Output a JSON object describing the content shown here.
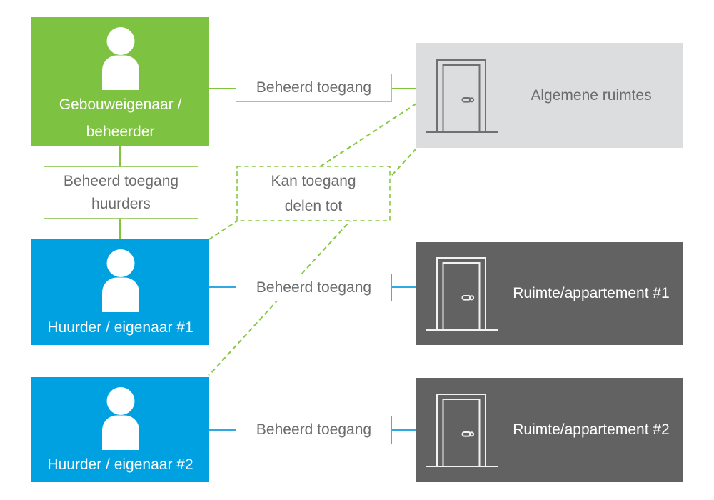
{
  "colors": {
    "green": "#7EC241",
    "green_line": "#82C43C",
    "green_border": "#A1CE6E",
    "green_dash": "#85C943",
    "blue": "#00A1E1",
    "blue_border": "#3FAFE4",
    "blue_line": "#2FA9E2",
    "light_gray": "#DCDDDE",
    "dark_gray": "#626263",
    "text_gray": "#6B6C6E",
    "white": "#FFFFFF"
  },
  "nodes": {
    "owner": {
      "line1": "Gebouweigenaar /",
      "line2": "beheerder"
    },
    "tenant1": {
      "label": "Huurder / eigenaar #1"
    },
    "tenant2": {
      "label": "Huurder / eigenaar #2"
    },
    "common_rooms": {
      "label": "Algemene ruimtes"
    },
    "room1": {
      "label": "Ruimte/appartement #1"
    },
    "room2": {
      "label": "Ruimte/appartement #2"
    }
  },
  "connectors": {
    "owner_common": {
      "label": "Beheerd toegang"
    },
    "owner_tenants": {
      "line1": "Beheerd toegang",
      "line2": "huurders"
    },
    "share": {
      "line1": "Kan toegang",
      "line2": "delen tot"
    },
    "tenant1_room1": {
      "label": "Beheerd toegang"
    },
    "tenant2_room2": {
      "label": "Beheerd toegang"
    }
  },
  "icons": {
    "person": "person-icon",
    "door": "door-icon"
  }
}
